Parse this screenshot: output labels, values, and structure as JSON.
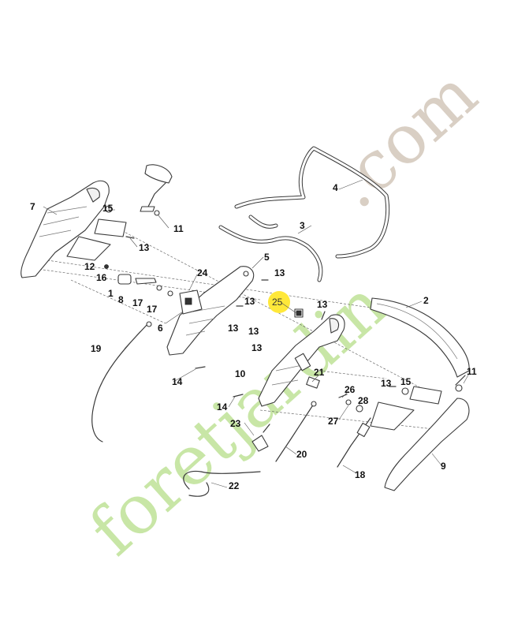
{
  "diagram": {
    "highlight_color": "#ffe83a",
    "highlighted_part": "25",
    "watermark": {
      "part1": "foretjardin",
      "part2": ".com",
      "color_green": "#c8e6a6",
      "color_brown": "#d9cfc4"
    },
    "labels": {
      "p1": "1",
      "p2": "2",
      "p3": "3",
      "p4": "4",
      "p5": "5",
      "p6": "6",
      "p7": "7",
      "p8": "8",
      "p9": "9",
      "p10": "10",
      "p11a": "11",
      "p11b": "11",
      "p12": "12",
      "p13a": "13",
      "p13b": "13",
      "p13c": "13",
      "p13d": "13",
      "p13e": "13",
      "p13f": "13",
      "p13g": "13",
      "p13h": "13",
      "p14a": "14",
      "p14b": "14",
      "p15a": "15",
      "p15b": "15",
      "p16": "16",
      "p17a": "17",
      "p17b": "17",
      "p18": "18",
      "p19": "19",
      "p20": "20",
      "p21": "21",
      "p22": "22",
      "p23": "23",
      "p24": "24",
      "p25": "25",
      "p26": "26",
      "p27": "27",
      "p28": "28"
    }
  }
}
